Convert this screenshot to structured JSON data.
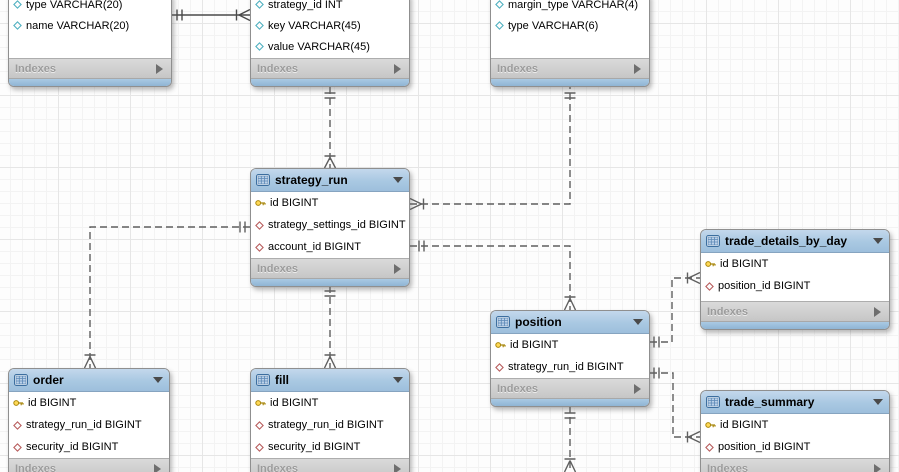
{
  "ui": {
    "indexes_label": "Indexes"
  },
  "colors": {
    "header_blue": "#a9c8e2",
    "footer_gray": "#cccccc",
    "primary_key_yellow": "#ffd957",
    "foreign_key_red": "#b85c5c",
    "column_teal": "#4fb0c0",
    "connector_gray": "#5f5f5f"
  },
  "diagram": {
    "tables": [
      {
        "name": "",
        "fields": [
          {
            "type": "column",
            "text": "type VARCHAR(20)"
          },
          {
            "type": "column",
            "text": "name VARCHAR(20)"
          }
        ]
      },
      {
        "name": "",
        "fields": [
          {
            "type": "column",
            "text": "strategy_id INT"
          },
          {
            "type": "column",
            "text": "key VARCHAR(45)"
          },
          {
            "type": "column",
            "text": "value VARCHAR(45)"
          }
        ]
      },
      {
        "name": "",
        "fields": [
          {
            "type": "column",
            "text": "margin_type VARCHAR(4)"
          },
          {
            "type": "column",
            "text": "type VARCHAR(6)"
          }
        ]
      },
      {
        "name": "strategy_run",
        "fields": [
          {
            "type": "pk",
            "text": "id BIGINT"
          },
          {
            "type": "fk",
            "text": "strategy_settings_id BIGINT"
          },
          {
            "type": "fk",
            "text": "account_id BIGINT"
          }
        ]
      },
      {
        "name": "trade_details_by_day",
        "fields": [
          {
            "type": "pk",
            "text": "id BIGINT"
          },
          {
            "type": "fk",
            "text": "position_id BIGINT"
          }
        ]
      },
      {
        "name": "position",
        "fields": [
          {
            "type": "pk",
            "text": "id BIGINT"
          },
          {
            "type": "fk",
            "text": "strategy_run_id BIGINT"
          }
        ]
      },
      {
        "name": "order",
        "fields": [
          {
            "type": "pk",
            "text": "id BIGINT"
          },
          {
            "type": "fk",
            "text": "strategy_run_id BIGINT"
          },
          {
            "type": "fk",
            "text": "security_id BIGINT"
          }
        ]
      },
      {
        "name": "fill",
        "fields": [
          {
            "type": "pk",
            "text": "id BIGINT"
          },
          {
            "type": "fk",
            "text": "strategy_run_id BIGINT"
          },
          {
            "type": "fk",
            "text": "security_id BIGINT"
          }
        ]
      },
      {
        "name": "trade_summary",
        "fields": [
          {
            "type": "pk",
            "text": "id BIGINT"
          },
          {
            "type": "fk",
            "text": "position_id BIGINT"
          }
        ]
      }
    ]
  }
}
